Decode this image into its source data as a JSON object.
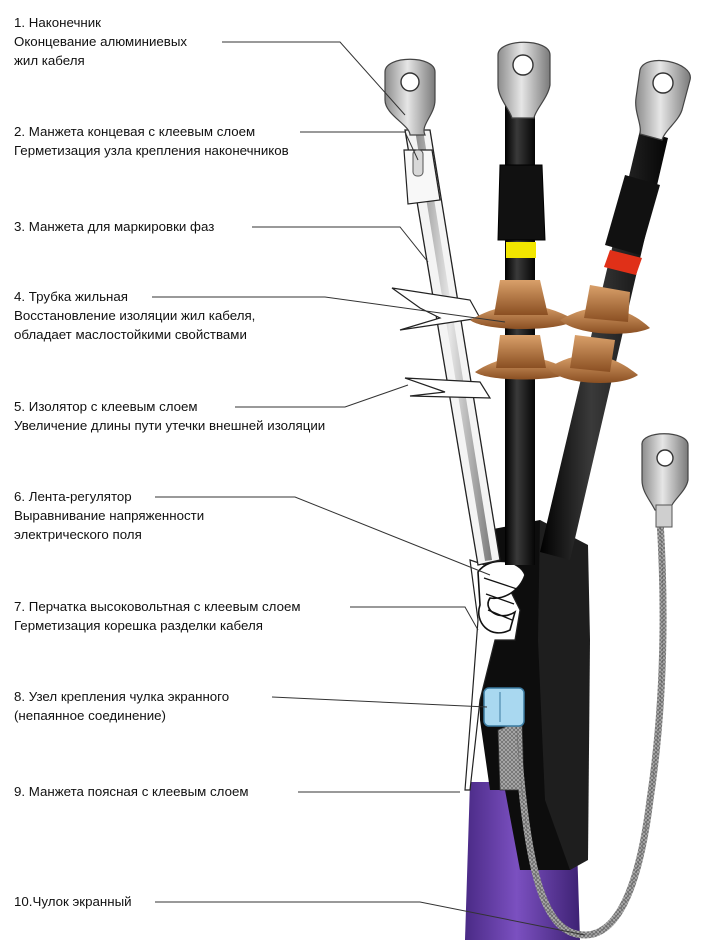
{
  "labels": [
    {
      "lines": [
        "1. Наконечник",
        "Оконцевание алюминиевых",
        "жил кабеля"
      ]
    },
    {
      "lines": [
        "2. Манжета концевая с клеевым слоем",
        "Герметизация узла крепления наконечников"
      ]
    },
    {
      "lines": [
        "3. Манжета для маркировки фаз"
      ]
    },
    {
      "lines": [
        "4. Трубка жильная",
        "Восстановление изоляции жил кабеля,",
        "обладает маслостойкими свойствами"
      ]
    },
    {
      "lines": [
        "5. Изолятор с клеевым слоем",
        "Увеличение длины пути утечки внешней изоляции"
      ]
    },
    {
      "lines": [
        "6. Лента-регулятор",
        "Выравнивание напряженности",
        "электрического поля"
      ]
    },
    {
      "lines": [
        "7. Перчатка высоковольтная с клеевым слоем",
        "Герметизация корешка разделки кабеля"
      ]
    },
    {
      "lines": [
        "8. Узел крепления чулка экранного",
        "(непаянное соединение)"
      ]
    },
    {
      "lines": [
        "9. Манжета поясная с клеевым слоем"
      ]
    },
    {
      "lines": [
        "10.Чулок экранный"
      ]
    }
  ],
  "colors": {
    "cable_black": "#111111",
    "lug_metal": "#c8c8c8",
    "insulator_brown": "#b87a45",
    "phase_yellow": "#f2e600",
    "phase_red": "#e03018",
    "clamp_blue": "#a9d8f0",
    "sleeve_purple": "#6a3fa8",
    "braid_gray": "#8a8a8a",
    "leader_line": "#333333"
  }
}
